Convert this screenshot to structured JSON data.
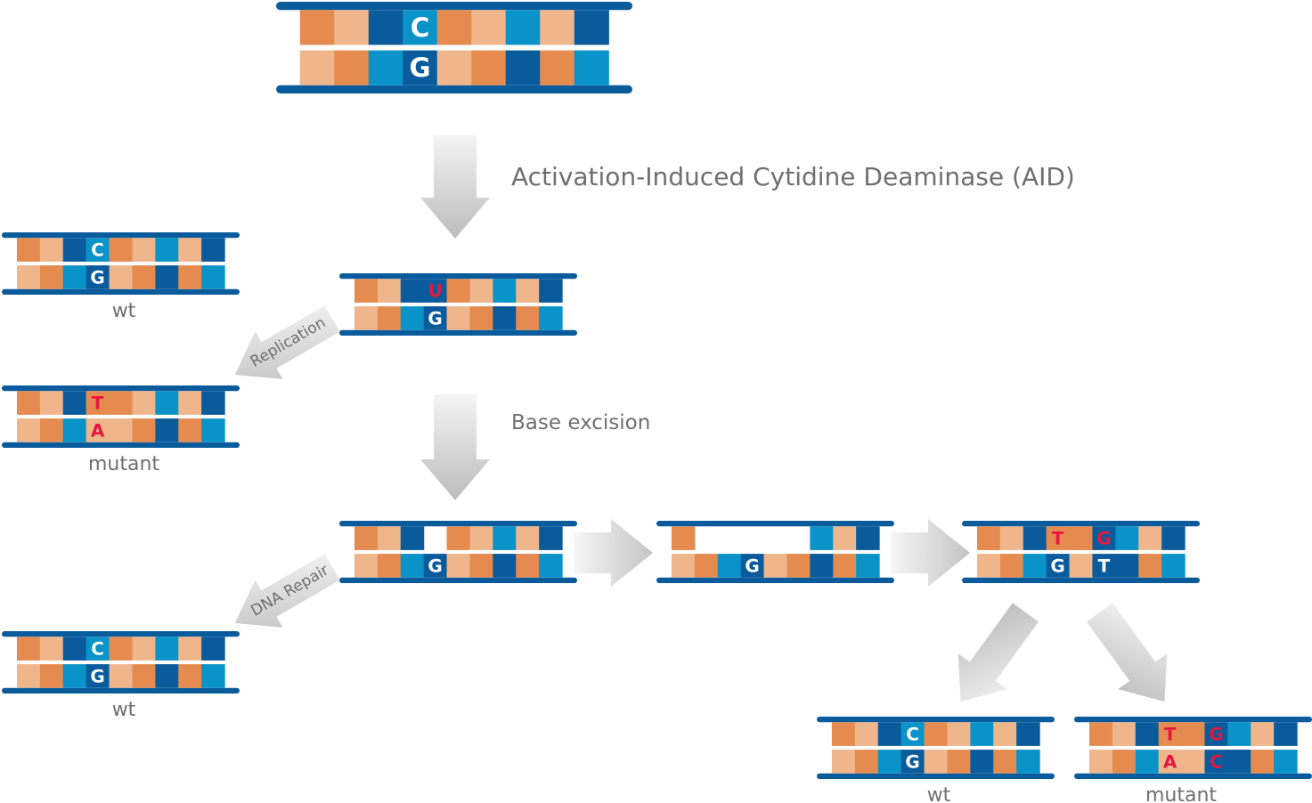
{
  "colors": {
    "backbone": "#0a5b9c",
    "orange": "#e58b4f",
    "peach": "#efb68c",
    "navy": "#0a5b9c",
    "cyan": "#0a93c8",
    "mutation": "#e3173f",
    "letter": "#ffffff",
    "label": "#6f6f6f",
    "arrow_light": "#f2f2f2",
    "arrow_dark": "#bdbdbd"
  },
  "labels": {
    "aid": "Activation-Induced Cytidine Deaminase (AID)",
    "base_excision": "Base excision",
    "replication": "Replication",
    "dna_repair": "DNA Repair",
    "wt_top": "wt",
    "mutant_left": "mutant",
    "wt_left_bottom": "wt",
    "wt_bottom": "wt",
    "mutant_bottom": "mutant"
  },
  "dna_molecules": [
    {
      "id": "original",
      "top": [
        "orange",
        "peach",
        "navy",
        "cyan",
        "orange",
        "peach",
        "cyan",
        "peach",
        "navy"
      ],
      "bottom": [
        "peach",
        "orange",
        "cyan",
        "navy",
        "peach",
        "orange",
        "navy",
        "orange",
        "cyan"
      ],
      "letters_top": [
        "",
        "",
        "",
        "C",
        "",
        "",
        "",
        "",
        ""
      ],
      "letters_bottom": [
        "",
        "",
        "",
        "G",
        "",
        "",
        "",
        "",
        ""
      ],
      "colors_top": [
        "",
        "",
        "",
        "white",
        "",
        "",
        "",
        "",
        ""
      ],
      "colors_bottom": [
        "",
        "",
        "",
        "white",
        "",
        "",
        "",
        "",
        ""
      ]
    },
    {
      "id": "deaminated",
      "top": [
        "orange",
        "peach",
        "navy",
        "navy",
        "orange",
        "peach",
        "cyan",
        "peach",
        "navy"
      ],
      "bottom": [
        "peach",
        "orange",
        "cyan",
        "navy",
        "peach",
        "orange",
        "navy",
        "orange",
        "cyan"
      ],
      "letters_top": [
        "",
        "",
        "",
        "U",
        "",
        "",
        "",
        "",
        ""
      ],
      "letters_bottom": [
        "",
        "",
        "",
        "G",
        "",
        "",
        "",
        "",
        ""
      ],
      "colors_top": [
        "",
        "",
        "",
        "red",
        "",
        "",
        "",
        "",
        ""
      ],
      "colors_bottom": [
        "",
        "",
        "",
        "white",
        "",
        "",
        "",
        "",
        ""
      ]
    },
    {
      "id": "wt-top",
      "top": [
        "orange",
        "peach",
        "navy",
        "cyan",
        "orange",
        "peach",
        "cyan",
        "peach",
        "navy"
      ],
      "bottom": [
        "peach",
        "orange",
        "cyan",
        "navy",
        "peach",
        "orange",
        "navy",
        "orange",
        "cyan"
      ],
      "letters_top": [
        "",
        "",
        "",
        "C",
        "",
        "",
        "",
        "",
        ""
      ],
      "letters_bottom": [
        "",
        "",
        "",
        "G",
        "",
        "",
        "",
        "",
        ""
      ],
      "colors_top": [
        "",
        "",
        "",
        "white",
        "",
        "",
        "",
        "",
        ""
      ],
      "colors_bottom": [
        "",
        "",
        "",
        "white",
        "",
        "",
        "",
        "",
        ""
      ]
    },
    {
      "id": "mutant-left",
      "top": [
        "orange",
        "peach",
        "navy",
        "orange",
        "orange",
        "peach",
        "cyan",
        "peach",
        "navy"
      ],
      "bottom": [
        "peach",
        "orange",
        "cyan",
        "peach",
        "peach",
        "orange",
        "navy",
        "orange",
        "cyan"
      ],
      "letters_top": [
        "",
        "",
        "",
        "T",
        "",
        "",
        "",
        "",
        ""
      ],
      "letters_bottom": [
        "",
        "",
        "",
        "A",
        "",
        "",
        "",
        "",
        ""
      ],
      "colors_top": [
        "",
        "",
        "",
        "red",
        "",
        "",
        "",
        "",
        ""
      ],
      "colors_bottom": [
        "",
        "",
        "",
        "red",
        "",
        "",
        "",
        "",
        ""
      ]
    },
    {
      "id": "abasic",
      "top": [
        "orange",
        "peach",
        "navy",
        "",
        "orange",
        "peach",
        "cyan",
        "peach",
        "navy"
      ],
      "bottom": [
        "peach",
        "orange",
        "cyan",
        "navy",
        "peach",
        "orange",
        "navy",
        "orange",
        "cyan"
      ],
      "letters_top": [
        "",
        "",
        "",
        "",
        "",
        "",
        "",
        "",
        ""
      ],
      "letters_bottom": [
        "",
        "",
        "",
        "G",
        "",
        "",
        "",
        "",
        ""
      ],
      "colors_top": [
        "",
        "",
        "",
        "",
        "",
        "",
        "",
        "",
        ""
      ],
      "colors_bottom": [
        "",
        "",
        "",
        "white",
        "",
        "",
        "",
        "",
        ""
      ]
    },
    {
      "id": "gapped",
      "top": [
        "orange",
        "",
        "",
        "",
        "",
        "",
        "cyan",
        "peach",
        "navy"
      ],
      "bottom": [
        "peach",
        "orange",
        "cyan",
        "navy",
        "peach",
        "orange",
        "navy",
        "orange",
        "cyan"
      ],
      "letters_top": [
        "",
        "",
        "",
        "",
        "",
        "",
        "",
        "",
        ""
      ],
      "letters_bottom": [
        "",
        "",
        "",
        "G",
        "",
        "",
        "",
        "",
        ""
      ],
      "colors_top": [
        "",
        "",
        "",
        "",
        "",
        "",
        "",
        "",
        ""
      ],
      "colors_bottom": [
        "",
        "",
        "",
        "white",
        "",
        "",
        "",
        "",
        ""
      ]
    },
    {
      "id": "resynthesized",
      "top": [
        "orange",
        "peach",
        "navy",
        "orange",
        "orange",
        "navy",
        "cyan",
        "peach",
        "navy"
      ],
      "bottom": [
        "peach",
        "orange",
        "cyan",
        "navy",
        "peach",
        "navy",
        "navy",
        "orange",
        "cyan"
      ],
      "letters_top": [
        "",
        "",
        "",
        "T",
        "",
        "G",
        "",
        "",
        ""
      ],
      "letters_bottom": [
        "",
        "",
        "",
        "G",
        "",
        "T",
        "",
        "",
        ""
      ],
      "colors_top": [
        "",
        "",
        "",
        "red",
        "",
        "red",
        "",
        "",
        ""
      ],
      "colors_bottom": [
        "",
        "",
        "",
        "white",
        "",
        "white",
        "",
        "",
        ""
      ]
    },
    {
      "id": "wt-left-bottom",
      "top": [
        "orange",
        "peach",
        "navy",
        "cyan",
        "orange",
        "peach",
        "cyan",
        "peach",
        "navy"
      ],
      "bottom": [
        "peach",
        "orange",
        "cyan",
        "navy",
        "peach",
        "orange",
        "navy",
        "orange",
        "cyan"
      ],
      "letters_top": [
        "",
        "",
        "",
        "C",
        "",
        "",
        "",
        "",
        ""
      ],
      "letters_bottom": [
        "",
        "",
        "",
        "G",
        "",
        "",
        "",
        "",
        ""
      ],
      "colors_top": [
        "",
        "",
        "",
        "white",
        "",
        "",
        "",
        "",
        ""
      ],
      "colors_bottom": [
        "",
        "",
        "",
        "white",
        "",
        "",
        "",
        "",
        ""
      ]
    },
    {
      "id": "wt-bottom",
      "top": [
        "orange",
        "peach",
        "navy",
        "cyan",
        "orange",
        "peach",
        "cyan",
        "peach",
        "navy"
      ],
      "bottom": [
        "peach",
        "orange",
        "cyan",
        "navy",
        "peach",
        "orange",
        "navy",
        "orange",
        "cyan"
      ],
      "letters_top": [
        "",
        "",
        "",
        "C",
        "",
        "",
        "",
        "",
        ""
      ],
      "letters_bottom": [
        "",
        "",
        "",
        "G",
        "",
        "",
        "",
        "",
        ""
      ],
      "colors_top": [
        "",
        "",
        "",
        "white",
        "",
        "",
        "",
        "",
        ""
      ],
      "colors_bottom": [
        "",
        "",
        "",
        "white",
        "",
        "",
        "",
        "",
        ""
      ]
    },
    {
      "id": "mutant-bottom",
      "top": [
        "orange",
        "peach",
        "navy",
        "orange",
        "orange",
        "navy",
        "cyan",
        "peach",
        "navy"
      ],
      "bottom": [
        "peach",
        "orange",
        "cyan",
        "peach",
        "peach",
        "navy",
        "navy",
        "orange",
        "cyan"
      ],
      "letters_top": [
        "",
        "",
        "",
        "T",
        "",
        "G",
        "",
        "",
        ""
      ],
      "letters_bottom": [
        "",
        "",
        "",
        "A",
        "",
        "C",
        "",
        "",
        ""
      ],
      "colors_top": [
        "",
        "",
        "",
        "red",
        "",
        "red",
        "",
        "",
        ""
      ],
      "colors_bottom": [
        "",
        "",
        "",
        "red",
        "",
        "red",
        "",
        "",
        ""
      ]
    }
  ]
}
